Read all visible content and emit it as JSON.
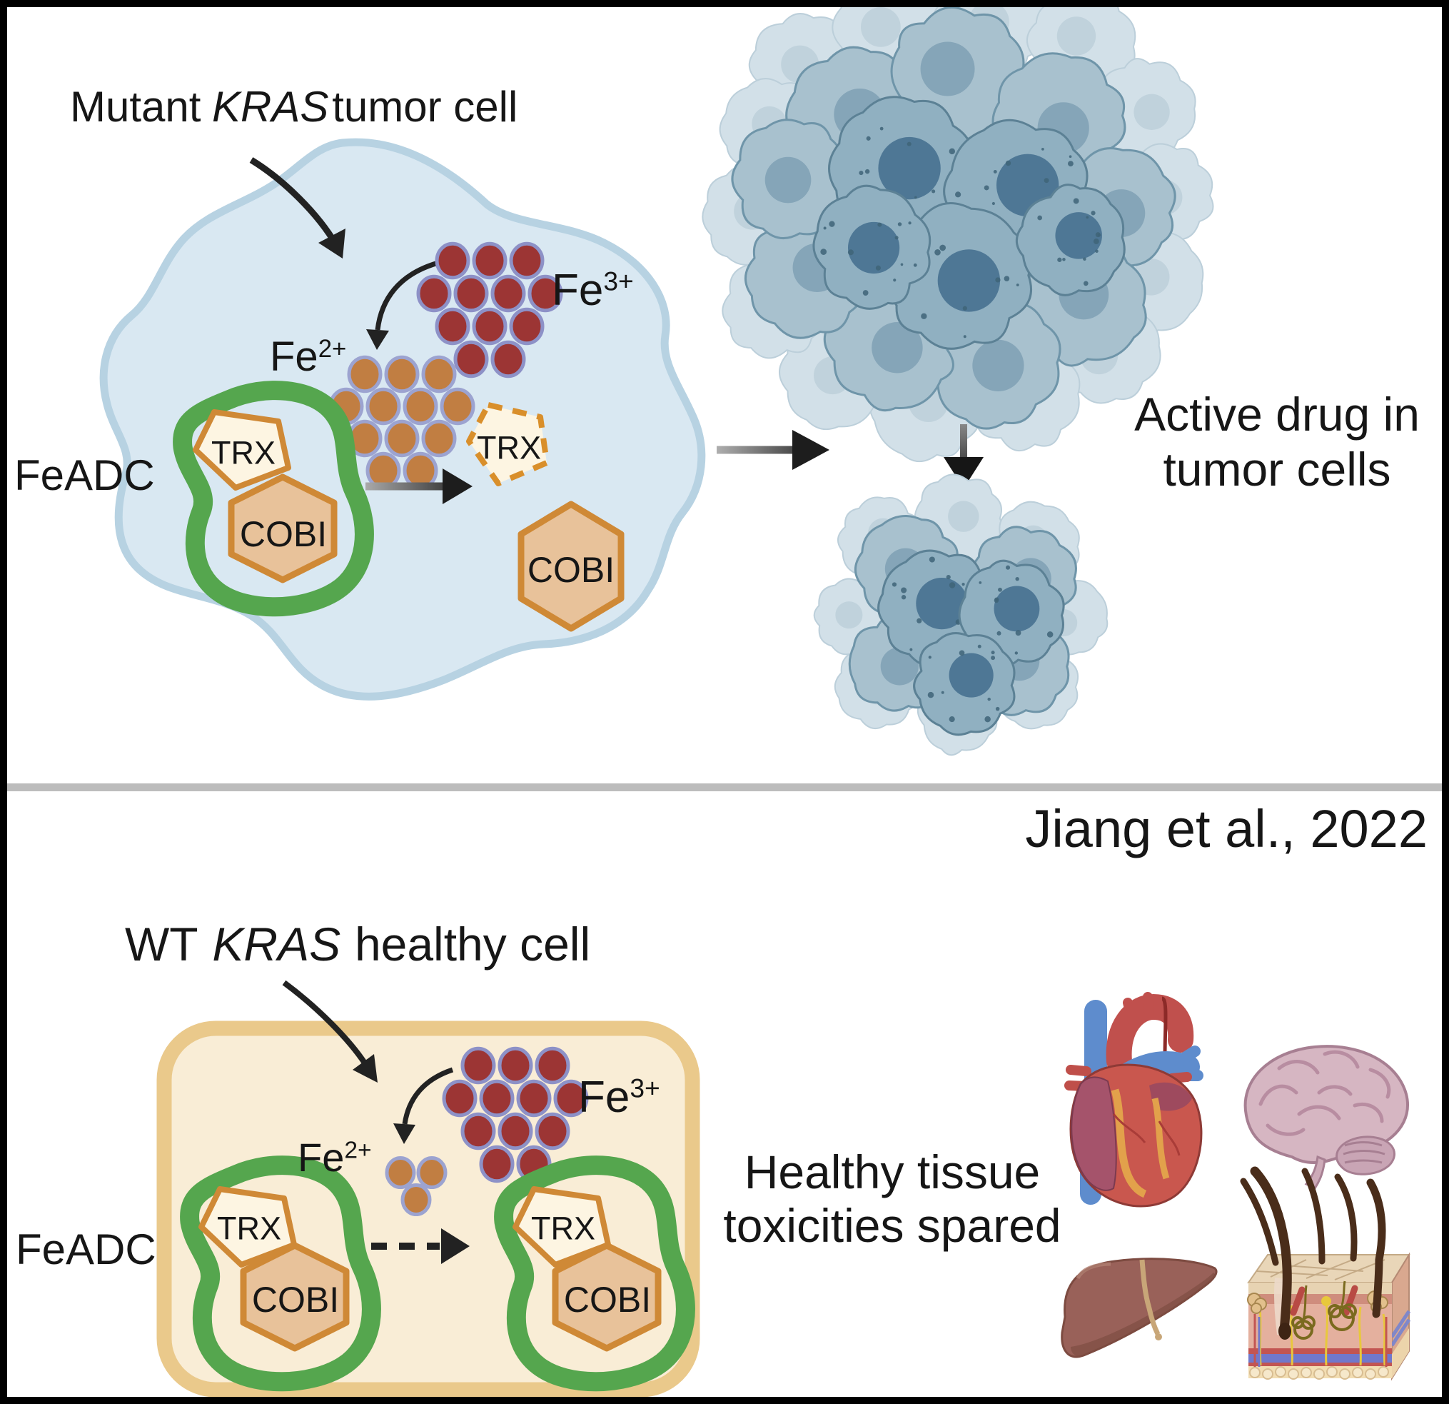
{
  "citation": "Jiang et al., 2022",
  "top": {
    "title_prefix": "Mutant",
    "title_gene": "KRAS",
    "title_suffix": "tumor cell",
    "fe3": "Fe",
    "fe3_sup": "3+",
    "fe2": "Fe",
    "fe2_sup": "2+",
    "feadc": "FeADC",
    "trx": "TRX",
    "cobi": "COBI",
    "caption1": "Active drug in",
    "caption2": "tumor cells"
  },
  "bottom": {
    "title_prefix": "WT",
    "title_gene": "KRAS",
    "title_suffix": "healthy cell",
    "fe3": "Fe",
    "fe3_sup": "3+",
    "fe2": "Fe",
    "fe2_sup": "2+",
    "feadc": "FeADC",
    "trx": "TRX",
    "cobi": "COBI",
    "caption1": "Healthy tissue",
    "caption2": "toxicities spared",
    "organs": [
      "heart",
      "brain",
      "liver",
      "skin"
    ]
  },
  "colors": {
    "fe3_fill": "#9c3534",
    "fe2_fill": "#c17e42",
    "ion_stroke": "#8d91c7",
    "green_ring": "#55a64e",
    "tumor_cell_fill": "#d9e8f2",
    "tumor_cell_stroke": "#b7d2e2",
    "healthy_cell_fill": "#f9edd6",
    "healthy_cell_stroke": "#eac98b",
    "trx_fill": "#fdf5e2",
    "cobi_fill": "#e8c29a",
    "drug_stroke": "#cf8936",
    "cluster_dark": "#90b0c1",
    "cluster_mid": "#a8c1ce",
    "cluster_pale": "#d2e0e8",
    "nucleus": "#4e7795",
    "divider": "#bcbcbc",
    "arrow": "#222222"
  }
}
